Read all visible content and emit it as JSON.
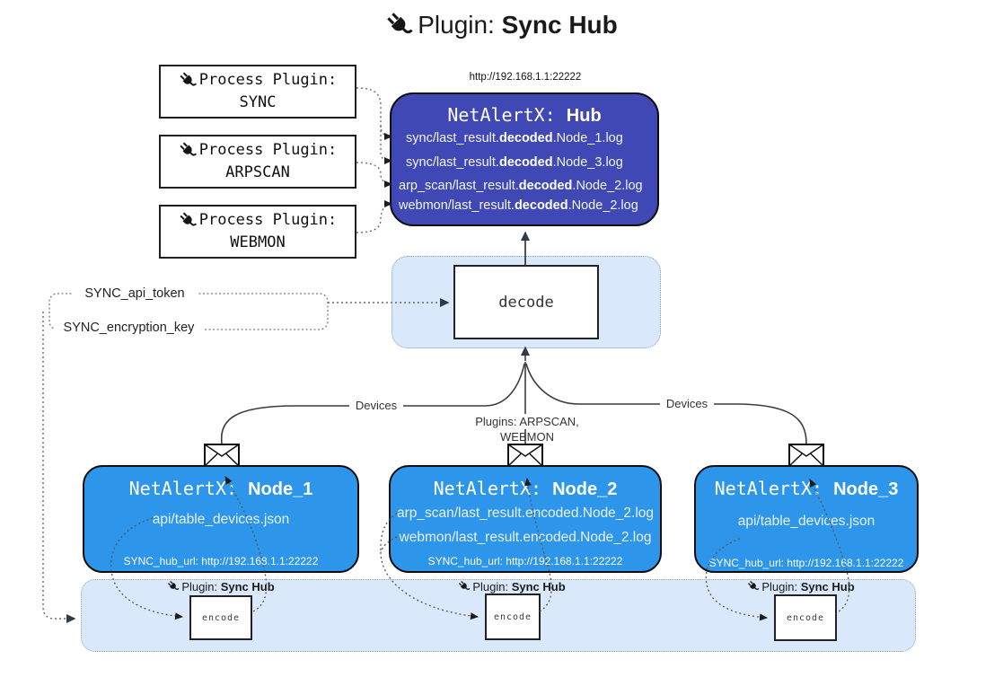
{
  "diagram": {
    "title": {
      "prefix": "Plugin: ",
      "bold": "Sync Hub"
    },
    "process_plugins": [
      {
        "label": "Process Plugin:",
        "name": "SYNC"
      },
      {
        "label": "Process Plugin:",
        "name": "ARPSCAN"
      },
      {
        "label": "Process Plugin:",
        "name": "WEBMON"
      }
    ],
    "hub": {
      "url": "http://192.168.1.1:22222",
      "name": "NetAlertX: ",
      "name_bold": "Hub",
      "logs": [
        {
          "pre": "sync/last_result.",
          "mid": "decoded",
          "post": ".Node_1.log"
        },
        {
          "pre": "sync/last_result.",
          "mid": "decoded",
          "post": ".Node_3.log"
        },
        {
          "pre": "arp_scan/last_result.",
          "mid": "decoded",
          "post": ".Node_2.log"
        },
        {
          "pre": "webmon/last_result.",
          "mid": "decoded",
          "post": ".Node_2.log"
        }
      ]
    },
    "decode": {
      "label": "decode"
    },
    "secrets": {
      "token": "SYNC_api_token",
      "key": "SYNC_encryption_key"
    },
    "edges": {
      "devices_left": "Devices",
      "plugins_mid": "Plugins: ARPSCAN, WEBMON",
      "devices_right": "Devices"
    },
    "nodes": [
      {
        "name": "NetAlertX: ",
        "name_bold": "Node_1",
        "lines": [
          "api/table_devices.json"
        ],
        "hub_url": "SYNC_hub_url: http://192.168.1.1:22222"
      },
      {
        "name": "NetAlertX: ",
        "name_bold": "Node_2",
        "lines": [
          "arp_scan/last_result.encoded.Node_2.log",
          "webmon/last_result.encoded.Node_2.log"
        ],
        "hub_url": "SYNC_hub_url: http://192.168.1.1:22222"
      },
      {
        "name": "NetAlertX: ",
        "name_bold": "Node_3",
        "lines": [
          "api/table_devices.json"
        ],
        "hub_url": "SYNC_hub_url: http://192.168.1.1:22222"
      }
    ],
    "encoders": [
      {
        "plugin_prefix": "Plugin: ",
        "plugin_bold": "Sync Hub",
        "label": "encode"
      },
      {
        "plugin_prefix": "Plugin: ",
        "plugin_bold": "Sync Hub",
        "label": "encode"
      },
      {
        "plugin_prefix": "Plugin: ",
        "plugin_bold": "Sync Hub",
        "label": "encode"
      }
    ],
    "colors": {
      "hub_fill": "#3f48b4",
      "node_fill": "#2e96ea",
      "container_fill": "#dae8fc",
      "container_stroke": "#7e9dc0",
      "wire": "#3c3c3c",
      "dotted_wire": "#5a5a5a",
      "arrow_dark": "#2e3b46"
    }
  }
}
